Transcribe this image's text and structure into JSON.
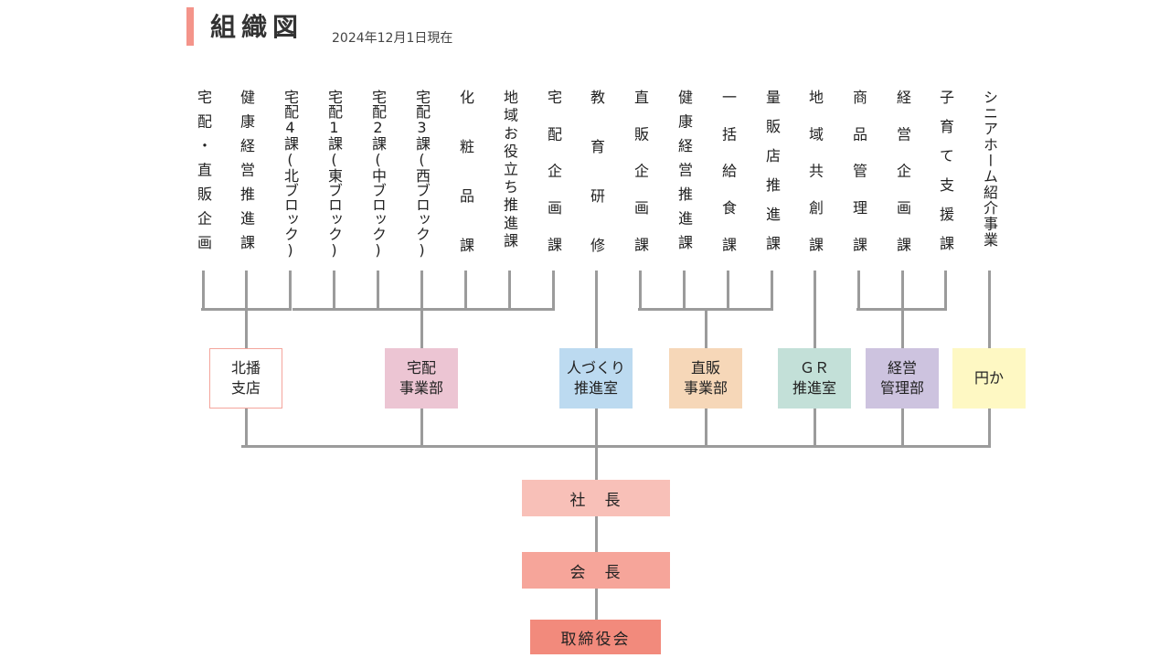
{
  "header": {
    "title": "組織図",
    "date": "2024年12月1日現在",
    "accent": "#f4948a"
  },
  "sections": [
    "宅配・直販企画",
    "健康経営推進課",
    "宅配4課(北ブロック)",
    "宅配1課(東ブロック)",
    "宅配2課(中ブロック)",
    "宅配3課(西ブロック)",
    "化粧品課",
    "地域お役立ち推進課",
    "宅配企画課",
    "教育研修",
    "直販企画課",
    "健康経営推進課",
    "一括給食課",
    "量販店推進課",
    "地域共創課",
    "商品管理課",
    "経営企画課",
    "子育て支援課",
    "シニアホーム紹介事業"
  ],
  "departments": [
    {
      "label": "北播\n支店",
      "color": "#ffffff",
      "border": "#f4a59c"
    },
    {
      "label": "宅配\n事業部",
      "color": "#ecc5d3"
    },
    {
      "label": "人づくり\n推進室",
      "color": "#bcdaf0"
    },
    {
      "label": "直販\n事業部",
      "color": "#f6d7b8"
    },
    {
      "label": "ＧＲ\n推進室",
      "color": "#c3e0d8"
    },
    {
      "label": "経営\n管理部",
      "color": "#cdc3df"
    },
    {
      "label": "円か",
      "color": "#fef8c3"
    }
  ],
  "executives": {
    "president": {
      "label": "社　長",
      "color": "#f8c0b8"
    },
    "chairman": {
      "label": "会　長",
      "color": "#f6a59a"
    },
    "board": {
      "label": "取締役会",
      "color": "#f28a7c"
    }
  }
}
